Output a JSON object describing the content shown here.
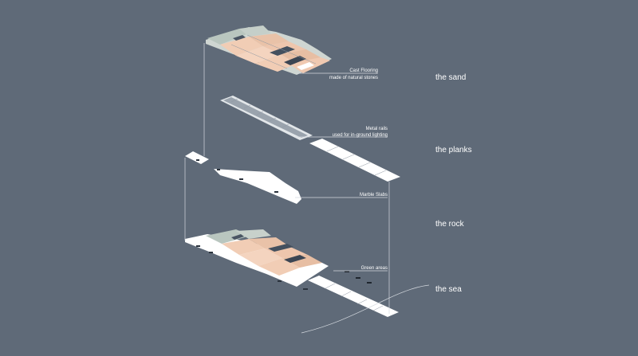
{
  "diagram": {
    "layers": [
      {
        "id": "sand",
        "label": "the sand"
      },
      {
        "id": "planks",
        "label": "the planks"
      },
      {
        "id": "rock",
        "label": "the rock"
      },
      {
        "id": "sea",
        "label": "the sea"
      }
    ],
    "annotations": {
      "cast_flooring": [
        "Cast Flooring",
        "made of natural stones"
      ],
      "metal_rails": [
        "Metal rails",
        "used for in-ground lighting"
      ],
      "marble_slabs": "Marble Slabs",
      "green_areas": "Green areas"
    },
    "colors": {
      "background": "#5f6a78",
      "peach_paving": "#f1cdb5",
      "sage_paving": "#b9c6bf",
      "white_slab": "#ffffff",
      "leader_line": "#d4d9df"
    }
  }
}
